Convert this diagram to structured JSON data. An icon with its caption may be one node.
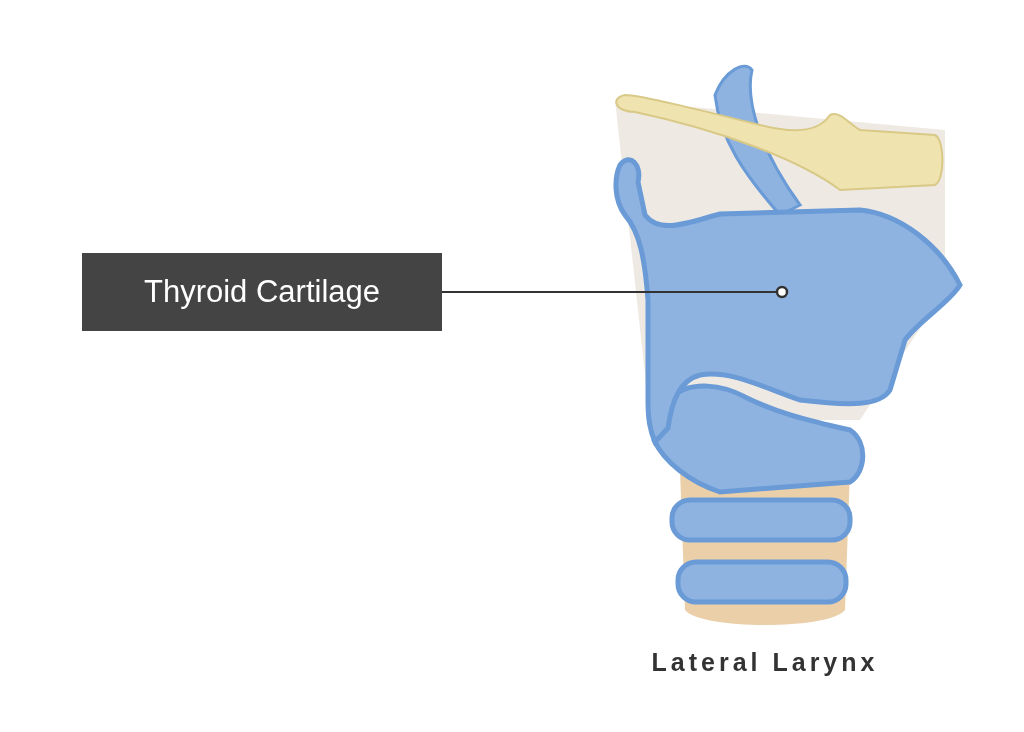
{
  "diagram": {
    "caption": "Lateral Larynx",
    "nodes": [
      {
        "text": [
          "Thyroid Cartilage"
        ]
      },
      {
        "text": [],
        "shape": "picture"
      }
    ],
    "edges": [
      {
        "from": 0,
        "to": 1,
        "arrow": "other"
      }
    ]
  }
}
